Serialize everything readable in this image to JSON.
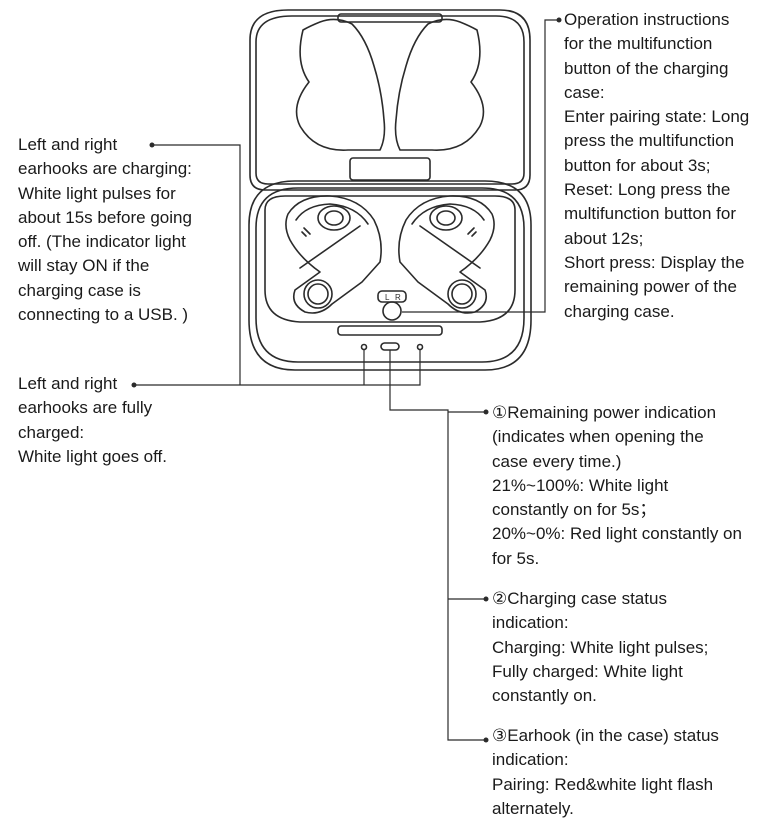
{
  "callouts": {
    "left_charging": {
      "lines": [
        "Left and right",
        "earhooks are charging:",
        "White light pulses for",
        "about 15s before going",
        "off. (The indicator light",
        "will stay ON if the",
        "charging case is",
        "connecting to a USB. )"
      ]
    },
    "left_charged": {
      "lines": [
        "Left and right",
        "earhooks are fully",
        "charged:",
        "White light  goes off."
      ]
    },
    "multifunction_button": {
      "lines": [
        "Operation instructions",
        "for the multifunction",
        "button of the charging",
        "case:",
        "Enter pairing state: Long",
        "press the multifunction",
        "button for about 3s;",
        "Reset: Long press the",
        "multifunction button for",
        "about 12s;",
        "Short press: Display the",
        "remaining power of the",
        "charging case."
      ]
    },
    "indicator_power": {
      "lines": [
        "①Remaining power indication",
        "(indicates when opening the",
        "case every time.)",
        "21%~100%: White light",
        "constantly on for 5s；",
        "20%~0%: Red light constantly on",
        "for 5s."
      ]
    },
    "indicator_case_status": {
      "lines": [
        "②Charging case status",
        "indication:",
        "Charging: White light pulses;",
        "Fully charged: White light",
        "constantly on."
      ]
    },
    "indicator_earhook_status": {
      "lines": [
        "③Earhook (in the case) status",
        "indication:",
        "Pairing: Red&white light flash",
        "alternately."
      ]
    }
  },
  "case_labels": {
    "left": "L",
    "right": "R"
  }
}
